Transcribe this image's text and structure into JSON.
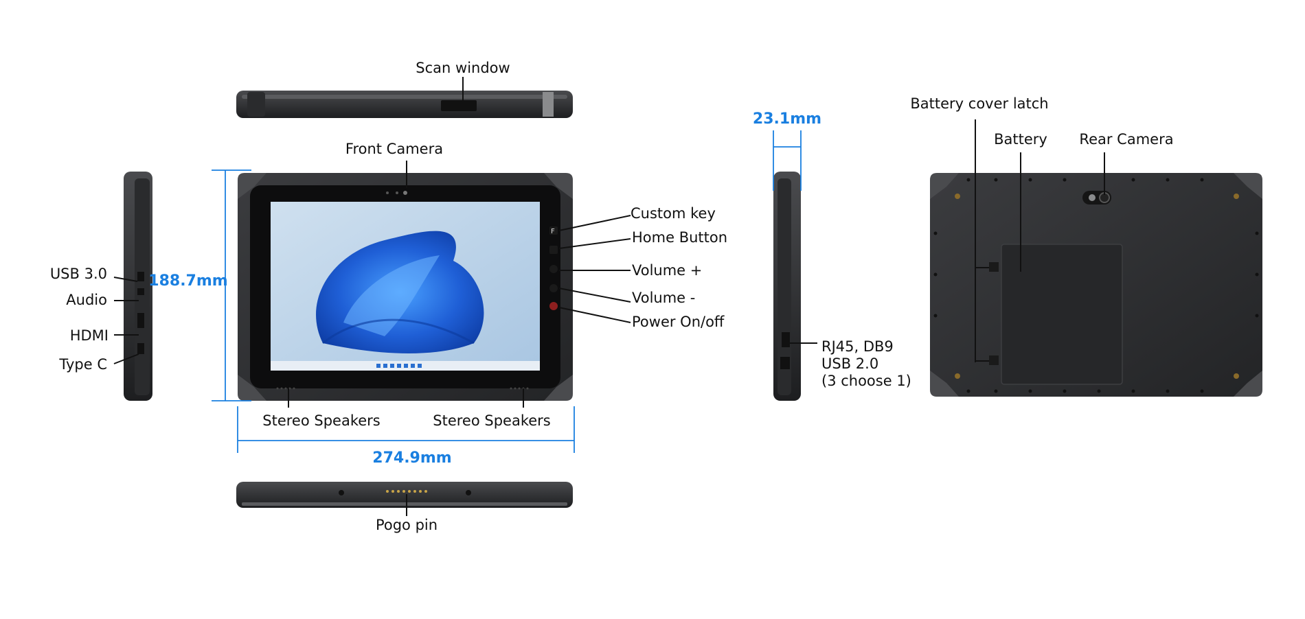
{
  "colors": {
    "dimension": "#1a7fe0",
    "body": "#2e2f31",
    "body_dark": "#1c1d1f",
    "bumper": "#3a3b3e",
    "screen_bezel": "#0d0d0e",
    "wallpaper": "#b9d3ea",
    "bloom": "#1f5fd6"
  },
  "labels": {
    "scan_window": "Scan window",
    "front_camera": "Front Camera",
    "custom_key": "Custom key",
    "home_button": "Home Button",
    "volume_up": "Volume +",
    "volume_down": "Volume -",
    "power": "Power On/off",
    "usb3": "USB 3.0",
    "audio": "Audio",
    "hdmi": "HDMI",
    "type_c": "Type C",
    "stereo_left": "Stereo Speakers",
    "stereo_right": "Stereo Speakers",
    "pogo": "Pogo pin",
    "rj45_line1": "RJ45, DB9",
    "rj45_line2": "USB 2.0",
    "rj45_line3": "(3 choose 1)",
    "battery_latch": "Battery cover latch",
    "battery": "Battery",
    "rear_camera": "Rear Camera"
  },
  "dimensions": {
    "height": "188.7mm",
    "width": "274.9mm",
    "thickness": "23.1mm"
  }
}
